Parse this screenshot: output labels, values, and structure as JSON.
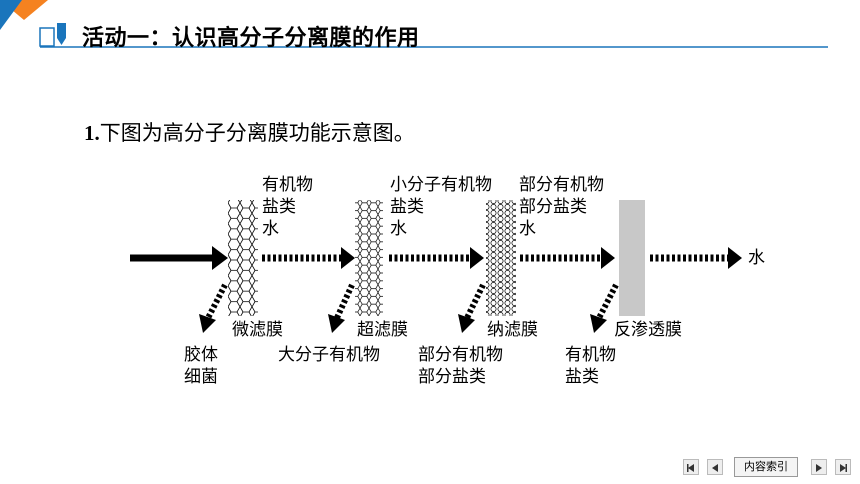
{
  "header": {
    "title": "活动一：认识高分子分离膜的作用"
  },
  "question": {
    "number": "1.",
    "text": "下图为高分子分离膜功能示意图。"
  },
  "diagram": {
    "stages": [
      {
        "membrane": "微滤膜",
        "passes": [
          "有机物",
          "盐类",
          "水"
        ],
        "retained": [
          "胶体",
          "细菌"
        ]
      },
      {
        "membrane": "超滤膜",
        "passes": [
          "小分子有机物",
          "盐类",
          "水"
        ],
        "retained": [
          "大分子有机物"
        ]
      },
      {
        "membrane": "纳滤膜",
        "passes": [
          "部分有机物",
          "部分盐类",
          "水"
        ],
        "retained": [
          "部分有机物",
          "部分盐类"
        ]
      },
      {
        "membrane": "反渗透膜",
        "passes": [
          "水"
        ],
        "retained": [
          "有机物",
          "盐类"
        ]
      }
    ],
    "output": "水"
  },
  "nav": {
    "label": "内容索引"
  },
  "colors": {
    "accent_orange": "#f58220",
    "accent_blue": "#1a75bc",
    "title_bar": "#1a75bc",
    "membrane_gray": "#c8c8c8"
  }
}
